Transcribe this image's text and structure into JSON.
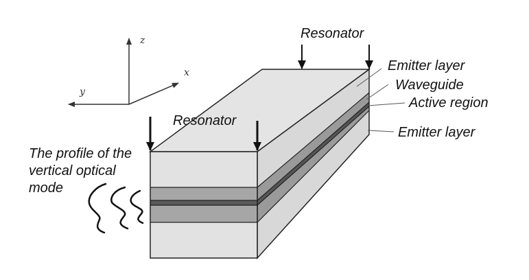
{
  "axes": {
    "z": "z",
    "x": "x",
    "y": "y"
  },
  "labels": {
    "resonator_top": "Resonator",
    "resonator_front": "Resonator",
    "emitter_top": "Emitter layer",
    "waveguide": "Waveguide",
    "active_region": "Active region",
    "emitter_bottom": "Emitter layer",
    "profile_line1": "The profile of the",
    "profile_line2": "vertical optical",
    "profile_line3": "mode"
  },
  "colors": {
    "outline": "#222222",
    "top_face": "#e4e4e4",
    "front_cladding": "#e2e2e2",
    "side_cladding": "#d8d8d8",
    "waveguide_front": "#a6a6a6",
    "waveguide_side": "#9a9a9a",
    "active_front": "#5a5a5a",
    "active_side": "#555555"
  }
}
